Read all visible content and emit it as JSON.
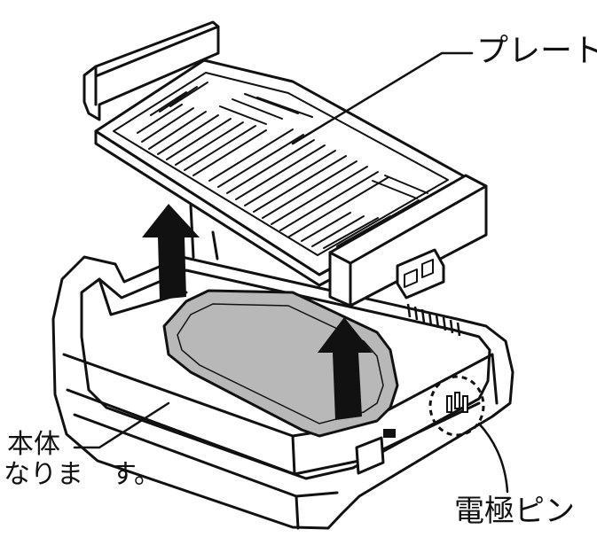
{
  "labels": {
    "plate": "プレート",
    "body": "本体",
    "body_note": "なりま　す。",
    "electrode_pin": "電極ピン"
  },
  "colors": {
    "line": "#111111",
    "tray_fill": "#b8b8b8",
    "background": "#ffffff"
  }
}
